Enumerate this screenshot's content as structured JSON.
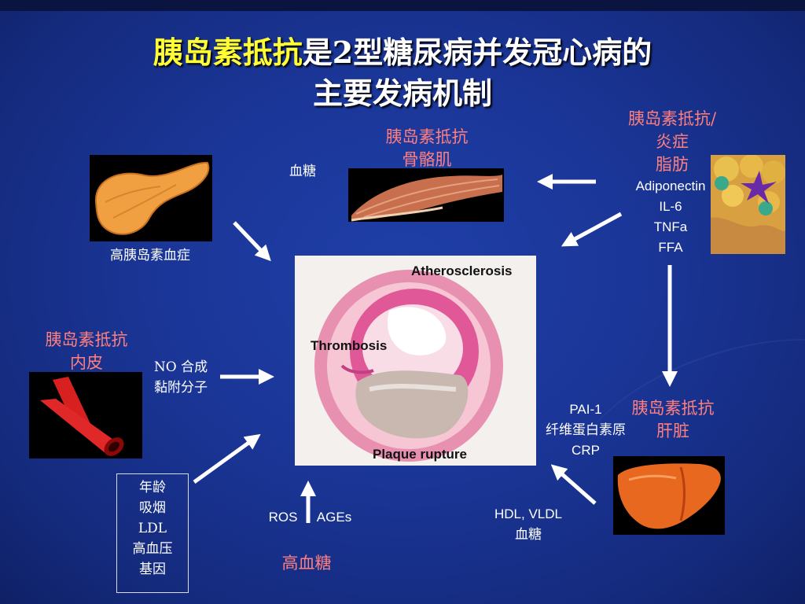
{
  "title": {
    "highlight": "胰岛素抵抗",
    "rest": "是2型糖尿病并发冠心病的",
    "line2": "主要发病机制"
  },
  "muscle": {
    "label_line1": "胰岛素抵抗",
    "label_line2": "骨骼肌",
    "factor": "血糖"
  },
  "fat": {
    "label_line1": "胰岛素抵抗/",
    "label_line2": "炎症",
    "label_line3": "脂肪",
    "factors": [
      "Adiponectin",
      "IL-6",
      "TNFa",
      "FFA"
    ]
  },
  "pancreas": {
    "caption": "高胰岛素血症"
  },
  "center": {
    "atherosclerosis": "Atherosclerosis",
    "thrombosis": "Thrombosis",
    "plaque": "Plaque rupture"
  },
  "endothelium": {
    "label_line1": "胰岛素抵抗",
    "label_line2": "内皮",
    "factor1": "NO 合成",
    "factor2": "黏附分子"
  },
  "liver": {
    "label_line1": "胰岛素抵抗",
    "label_line2": "肝脏",
    "factors": [
      "PAI-1",
      "纤维蛋白素原",
      "CRP"
    ],
    "inputs": [
      "HDL, VLDL",
      "血糖"
    ]
  },
  "risk_factors": [
    "年龄",
    "吸烟",
    "LDL",
    "高血压",
    "基因"
  ],
  "glucose": {
    "label": "高血糖",
    "ros": "ROS",
    "ages": "AGEs"
  },
  "colors": {
    "background": "#1a3596",
    "title_highlight": "#ffff33",
    "organ_label": "#ff7f7f",
    "text": "#ffffff"
  }
}
